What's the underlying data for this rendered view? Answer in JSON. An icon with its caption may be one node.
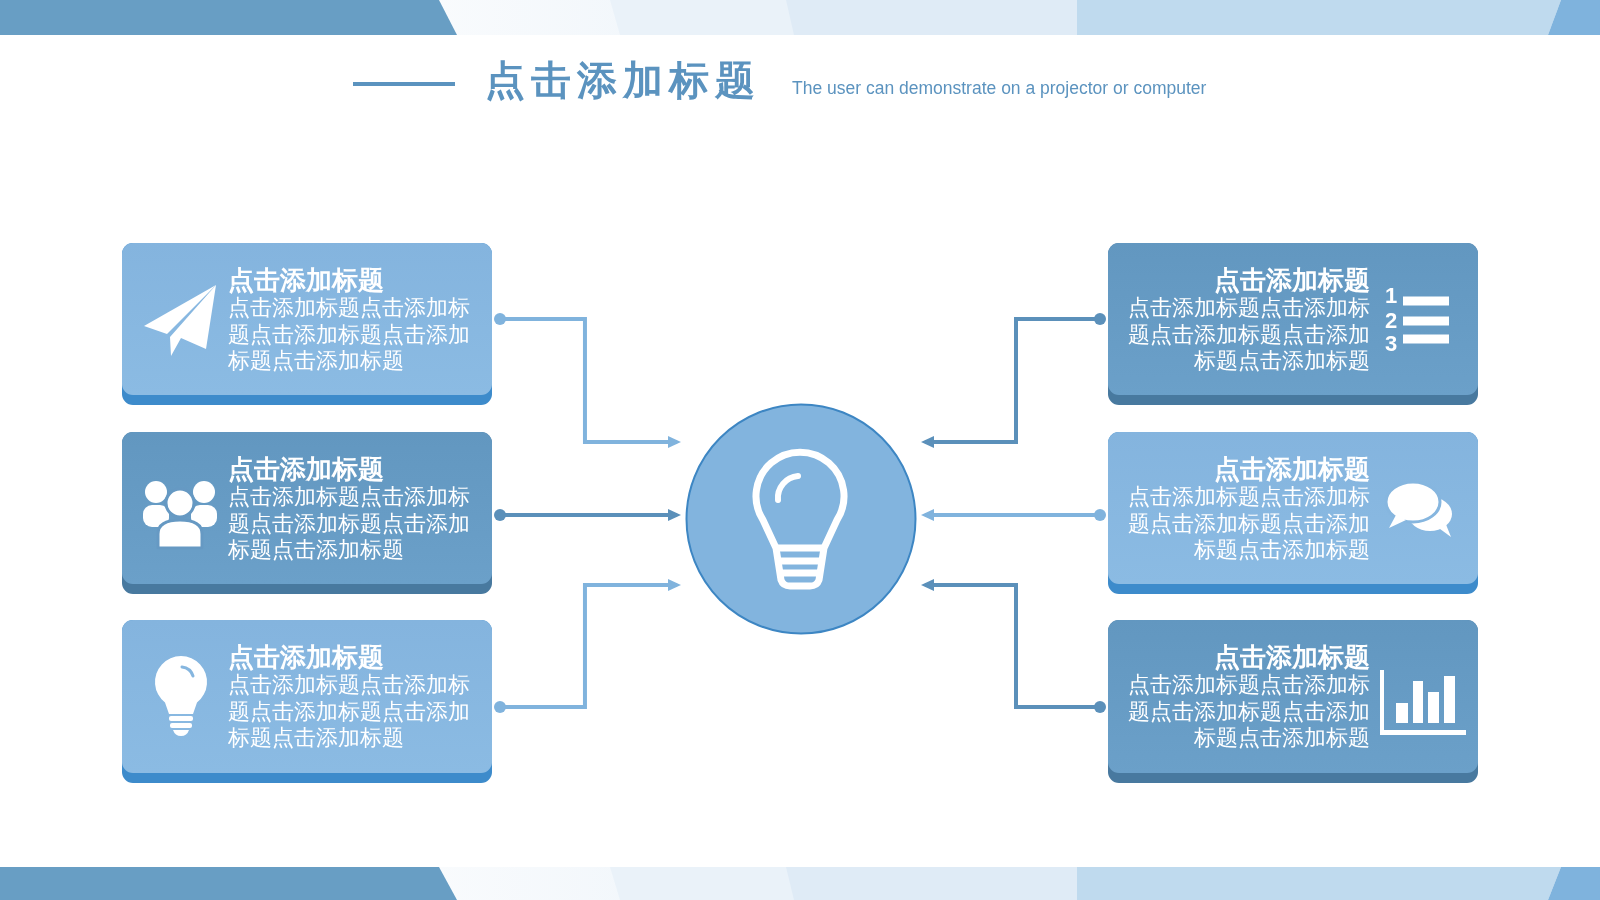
{
  "diagram": {
    "title": "点击添加标题",
    "nodes": [
      {
        "text": [
          "点击添加标题",
          "点击添加标题点击添加标题点击添加标题点击添加标题点击添加标题"
        ]
      },
      {
        "text": [
          "点击添加标题",
          "点击添加标题点击添加标题点击添加标题点击添加标题点击添加标题"
        ]
      },
      {
        "text": [
          "点击添加标题",
          "点击添加标题点击添加标题点击添加标题点击添加标题点击添加标题"
        ]
      },
      {
        "text": [],
        "shape": "circle"
      },
      {
        "text": [
          "点击添加标题",
          "点击添加标题点击添加标题点击添加标题点击添加标题点击添加标题"
        ]
      },
      {
        "text": [
          "点击添加标题",
          "点击添加标题点击添加标题点击添加标题点击添加标题点击添加标题"
        ]
      },
      {
        "text": [
          "点击添加标题",
          "点击添加标题点击添加标题点击添加标题点击添加标题点击添加标题"
        ]
      }
    ],
    "edges": [
      {
        "from": 0,
        "to": 3,
        "arrow": "to"
      },
      {
        "from": 1,
        "to": 3,
        "arrow": "to",
        "color": "#5b90ba"
      },
      {
        "from": 2,
        "to": 3,
        "arrow": "to",
        "color": "#5b90ba"
      },
      {
        "from": 4,
        "to": 3,
        "arrow": "to"
      },
      {
        "from": 5,
        "to": 3,
        "arrow": "to"
      },
      {
        "from": 6,
        "to": 3,
        "arrow": "to",
        "color": "#5b90ba"
      }
    ],
    "labels": [
      "The user can demonstrate on a projector or computer",
      "1",
      "2",
      "3"
    ]
  }
}
